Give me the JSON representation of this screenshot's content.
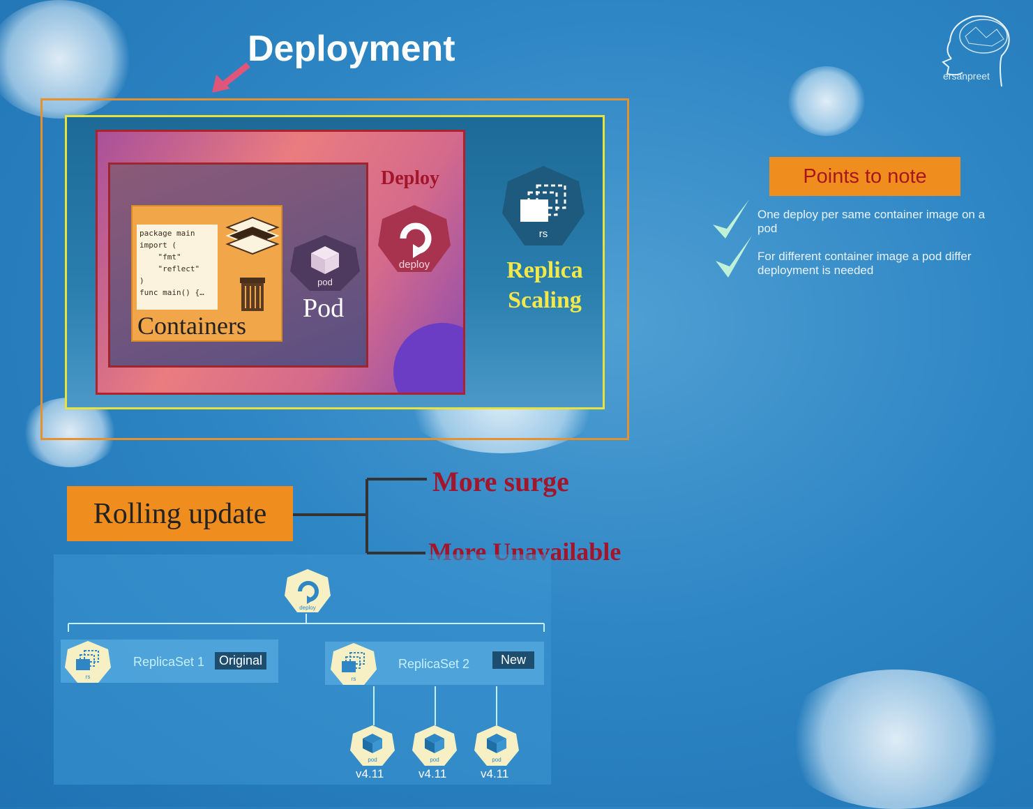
{
  "deployment": {
    "title": "Deployment",
    "deploy_label": "Deploy",
    "deploy_icon": "deploy",
    "pod_label": "Pod",
    "pod_icon": "pod",
    "containers_label": "Containers",
    "code_lines": [
      "package main",
      "import (",
      "    \"fmt\"",
      "    \"reflect\"",
      ")",
      "func main() {…"
    ],
    "replica_label_line1": "Replica",
    "replica_label_line2": "Scaling",
    "rs_icon": "rs"
  },
  "brand": "ersanpreet",
  "points_to_note": {
    "title": "Points to note",
    "notes": [
      "One deploy per same container image on a pod",
      "For different container image a pod differ deployment is needed"
    ]
  },
  "rolling_update": {
    "label": "Rolling update",
    "options": [
      "More surge",
      "More Unavailable"
    ]
  },
  "replica_sets": {
    "deploy_icon": "deploy",
    "rs1": {
      "name": "ReplicaSet 1",
      "tag": "Original",
      "icon": "rs"
    },
    "rs2": {
      "name": "ReplicaSet 2",
      "tag": "New",
      "icon": "rs"
    },
    "pods": [
      {
        "icon": "pod",
        "version": "v4.11"
      },
      {
        "icon": "pod",
        "version": "v4.11"
      },
      {
        "icon": "pod",
        "version": "v4.11"
      }
    ]
  },
  "colors": {
    "orange": "#ef8e1f",
    "crimson": "#a3152a",
    "yellow": "#e8e33a",
    "hex_badge": "#f7f0c4"
  }
}
